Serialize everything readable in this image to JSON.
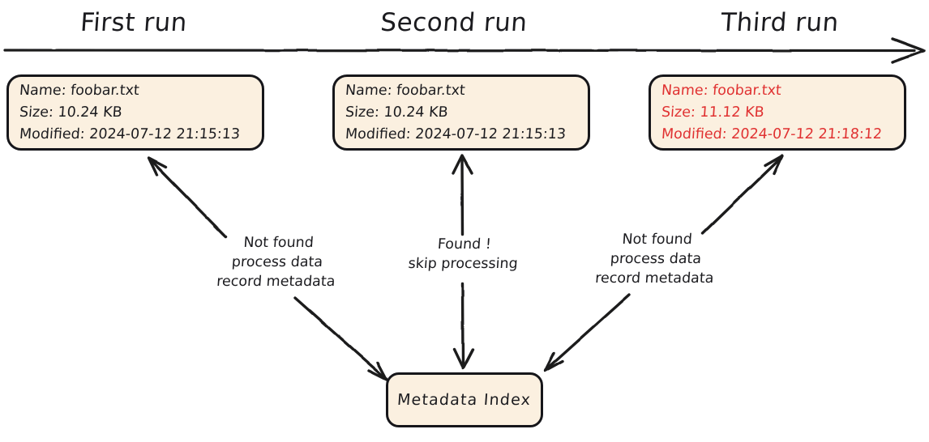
{
  "diagram": {
    "title_axis": "timeline-arrow",
    "runs": [
      {
        "id": "first",
        "title": "First run"
      },
      {
        "id": "second",
        "title": "Second run"
      },
      {
        "id": "third",
        "title": "Third run"
      }
    ],
    "metadata_boxes": [
      {
        "id": "first-run-metadata",
        "changed": false,
        "lines": [
          "Name: foobar.txt",
          "Size: 10.24 KB",
          "Modified: 2024-07-12 21:15:13"
        ]
      },
      {
        "id": "second-run-metadata",
        "changed": false,
        "lines": [
          "Name: foobar.txt",
          "Size: 10.24 KB",
          "Modified: 2024-07-12 21:15:13"
        ]
      },
      {
        "id": "third-run-metadata",
        "changed": true,
        "lines": [
          "Name: foobar.txt",
          "Size: 11.12 KB",
          "Modified: 2024-07-12 21:18:12"
        ]
      }
    ],
    "index_node": {
      "label": "Metadata Index"
    },
    "edge_labels": [
      {
        "id": "first-run-edge-label",
        "lines": [
          "Not found",
          "process data",
          "record metadata"
        ]
      },
      {
        "id": "second-run-edge-label",
        "lines": [
          "Found !",
          "skip processing"
        ]
      },
      {
        "id": "third-run-edge-label",
        "lines": [
          "Not found",
          "process data",
          "record metadata"
        ]
      }
    ],
    "colors": {
      "box_fill": "#fbf0e0",
      "stroke": "#16161a",
      "text": "#1b1b1f",
      "changed_text": "#e03131",
      "background": "#ffffff"
    }
  }
}
